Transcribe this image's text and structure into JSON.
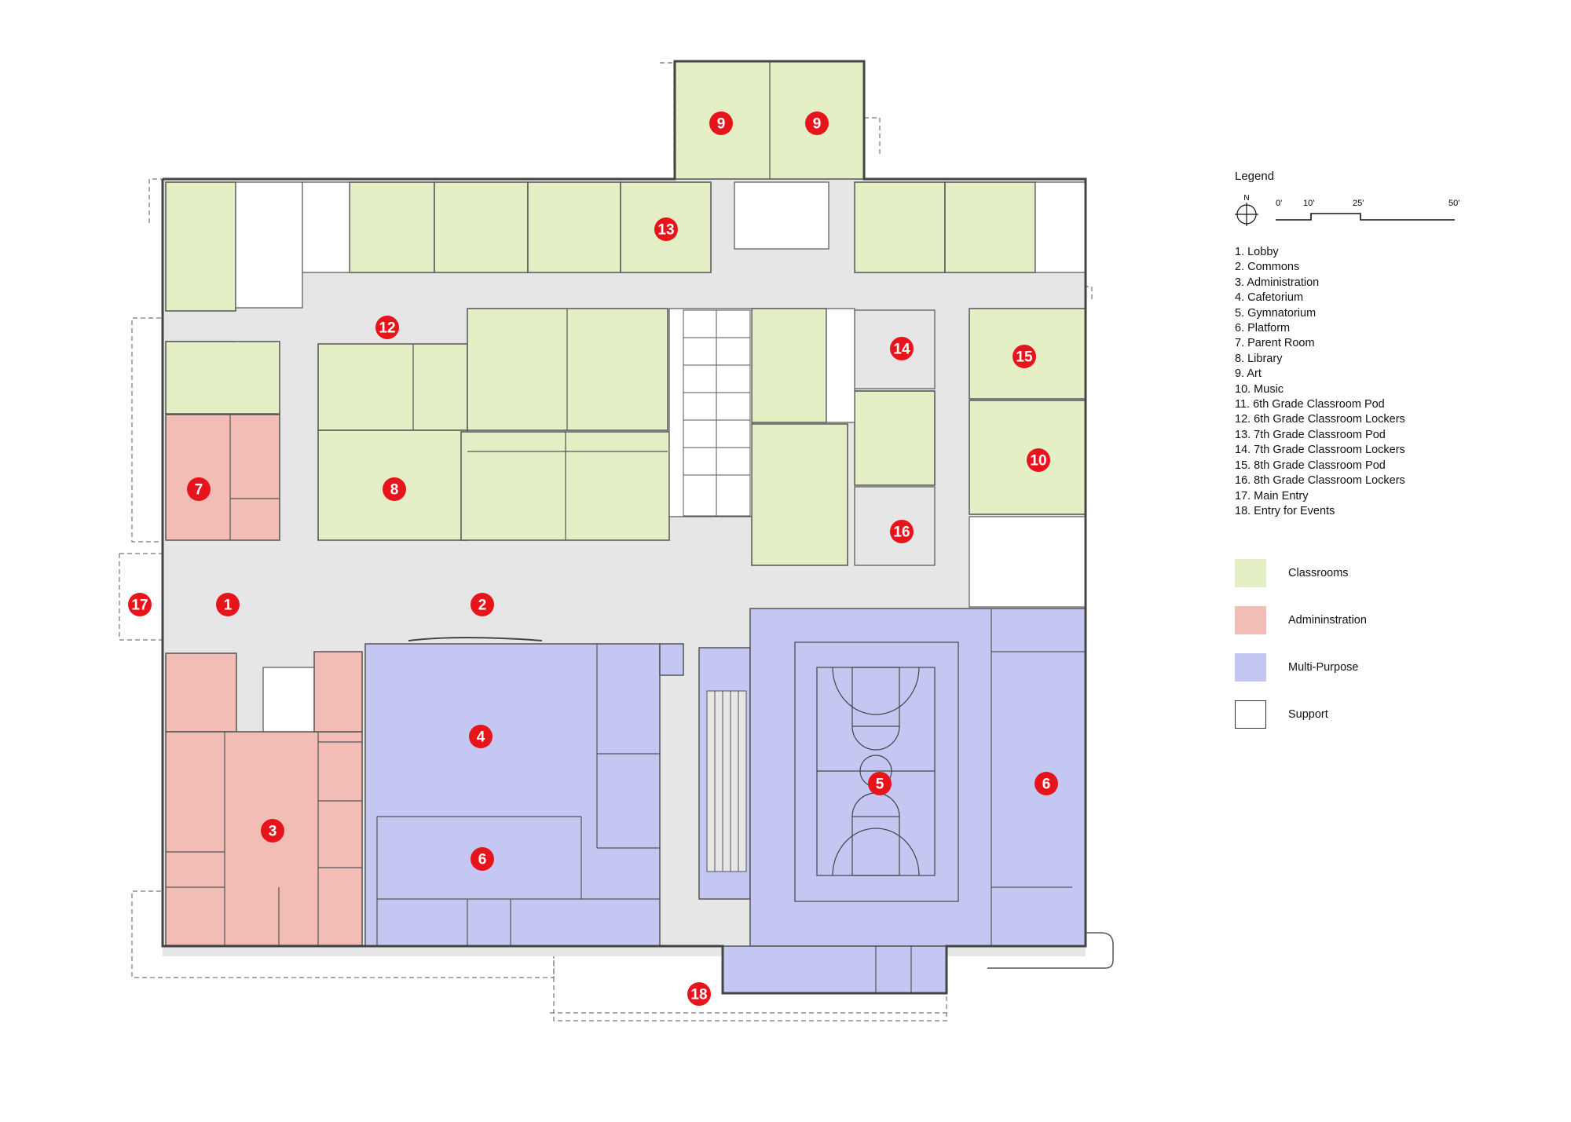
{
  "legend": {
    "title": "Legend",
    "north_label": "N",
    "scale_labels": [
      "0'",
      "10'",
      "25'",
      "50'"
    ],
    "items": [
      "1. Lobby",
      "2. Commons",
      "3. Administration",
      "4. Cafetorium",
      "5. Gymnatorium",
      "6. Platform",
      "7. Parent Room",
      "8. Library",
      "9. Art",
      "10. Music",
      "11. 6th Grade Classroom Pod",
      "12. 6th Grade Classroom Lockers",
      "13. 7th Grade Classroom Pod",
      "14. 7th Grade Classroom Lockers",
      "15. 8th Grade Classroom Pod",
      "16. 8th Grade Classroom Lockers",
      "17. Main Entry",
      "18. Entry for Events"
    ],
    "categories": [
      {
        "label": "Classrooms",
        "color": "#e4efc6"
      },
      {
        "label": "Admininstration",
        "color": "#f1bdb4"
      },
      {
        "label": "Multi-Purpose",
        "color": "#c5c7f3"
      },
      {
        "label": "Support",
        "color": "#ffffff"
      }
    ]
  },
  "colors": {
    "corridor": "#e6e6e6",
    "wall": "#555555",
    "marker": "#e8141b"
  },
  "markers": [
    "9",
    "9",
    "13",
    "12",
    "14",
    "15",
    "10",
    "7",
    "8",
    "16",
    "17",
    "1",
    "2",
    "4",
    "5",
    "6",
    "3",
    "6",
    "18"
  ]
}
